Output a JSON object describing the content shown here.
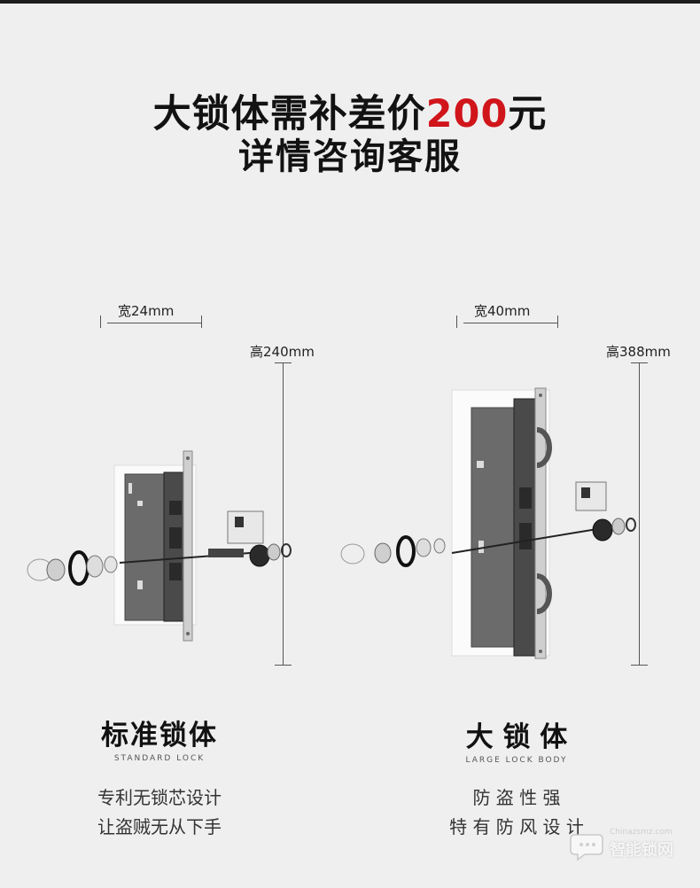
{
  "headline": {
    "line1_prefix": "大锁体需补差价",
    "line1_price": "200",
    "line1_suffix": "元",
    "line2": "详情咨询客服"
  },
  "standard_lock": {
    "width_label": "宽24mm",
    "height_label": "高240mm",
    "title": "标准锁体",
    "subtitle": "STANDARD LOCK",
    "desc_line1": "专利无锁芯设计",
    "desc_line2": "让盗贼无从下手"
  },
  "large_lock": {
    "width_label": "宽40mm",
    "height_label": "高388mm",
    "title": "大 锁 体",
    "subtitle": "LARGE LOCK BODY",
    "desc_line1": "防 盗 性 强",
    "desc_line2": "特 有 防 风 设 计"
  },
  "watermark": {
    "small": "Chinazsmz.com",
    "main": "智能锁网"
  },
  "colors": {
    "background": "#efefef",
    "accent": "#d0151b",
    "top_bar": "#1c1c1c"
  }
}
